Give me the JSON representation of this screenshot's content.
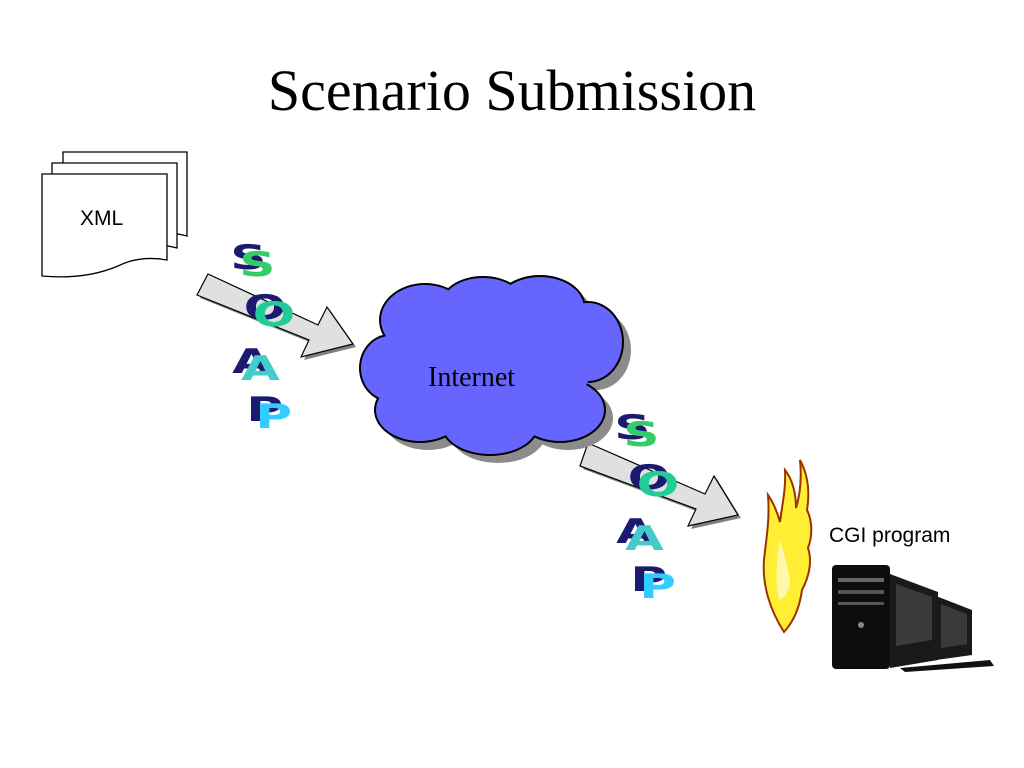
{
  "slide": {
    "title": "Scenario Submission"
  },
  "diagram": {
    "document_label": "XML",
    "cloud_label": "Internet",
    "server_label": "CGI program",
    "soap_labels": [
      [
        "S",
        "O",
        "A",
        "P"
      ],
      [
        "S",
        "O",
        "A",
        "P"
      ]
    ]
  },
  "colors": {
    "cloud_fill": "#6666ff",
    "cloud_shadow": "#8c8c8c",
    "arrow_fill": "#e0e0e0",
    "soap_dark": "#1a1a6e",
    "soap_s_front": "#33cc66",
    "soap_o_front": "#22cc99",
    "soap_a_front": "#44cccc",
    "soap_p_front": "#33ccff",
    "flame_fill": "#ffee33",
    "flame_outline": "#993300"
  },
  "icons": [
    "document-stack-icon",
    "arrow-icon",
    "cloud-icon",
    "firewall-flame-icon",
    "computer-icon"
  ]
}
